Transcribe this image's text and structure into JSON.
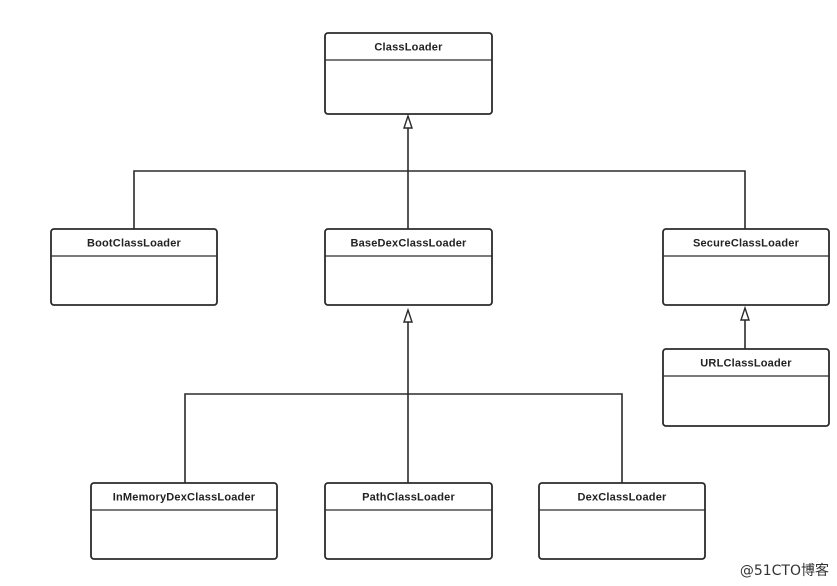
{
  "classes": {
    "class_loader": "ClassLoader",
    "boot_class_loader": "BootClassLoader",
    "base_dex_class_loader": "BaseDexClassLoader",
    "secure_class_loader": "SecureClassLoader",
    "url_class_loader": "URLClassLoader",
    "in_memory_dex_class_loader": "InMemoryDexClassLoader",
    "path_class_loader": "PathClassLoader",
    "dex_class_loader": "DexClassLoader"
  },
  "watermark": "@51CTO博客"
}
